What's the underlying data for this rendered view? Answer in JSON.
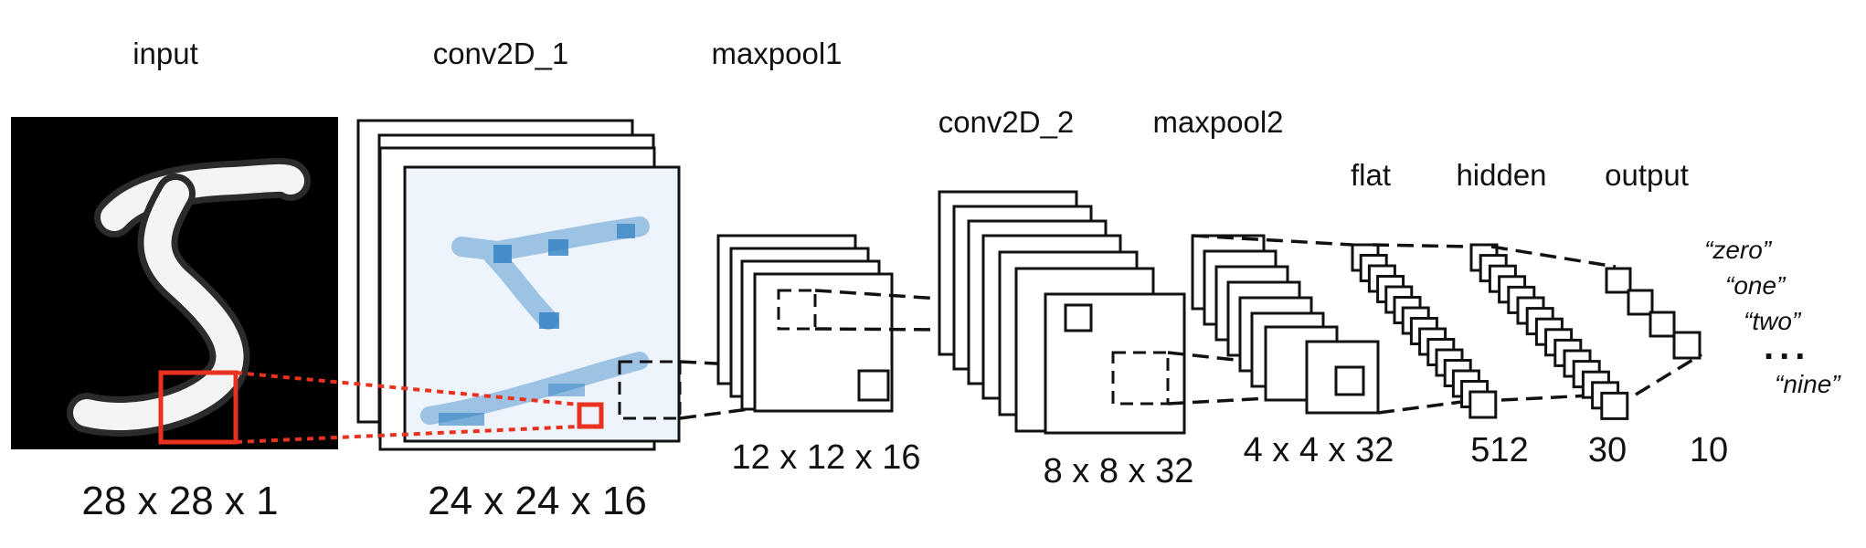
{
  "layers": {
    "input": {
      "name": "input",
      "dims": "28 x 28 x 1"
    },
    "conv1": {
      "name": "conv2D_1",
      "dims": "24 x 24 x 16"
    },
    "pool1": {
      "name": "maxpool1",
      "dims": "12 x 12 x 16"
    },
    "conv2": {
      "name": "conv2D_2",
      "dims": "8 x 8 x 32"
    },
    "pool2": {
      "name": "maxpool2",
      "dims": "4 x 4 x 32"
    },
    "flat": {
      "name": "flat",
      "dims": "512"
    },
    "hidden": {
      "name": "hidden",
      "dims": "30"
    },
    "output": {
      "name": "output",
      "dims": "10"
    }
  },
  "classes": {
    "zero": "“zero”",
    "one": "“one”",
    "two": "“two”",
    "ellipsis": "...",
    "nine": "“nine”"
  },
  "colors": {
    "highlight": "#e8321f",
    "feature_ink": "#2f7fc1",
    "feature_bg": "#eef4fb",
    "input_bg": "#000000"
  }
}
